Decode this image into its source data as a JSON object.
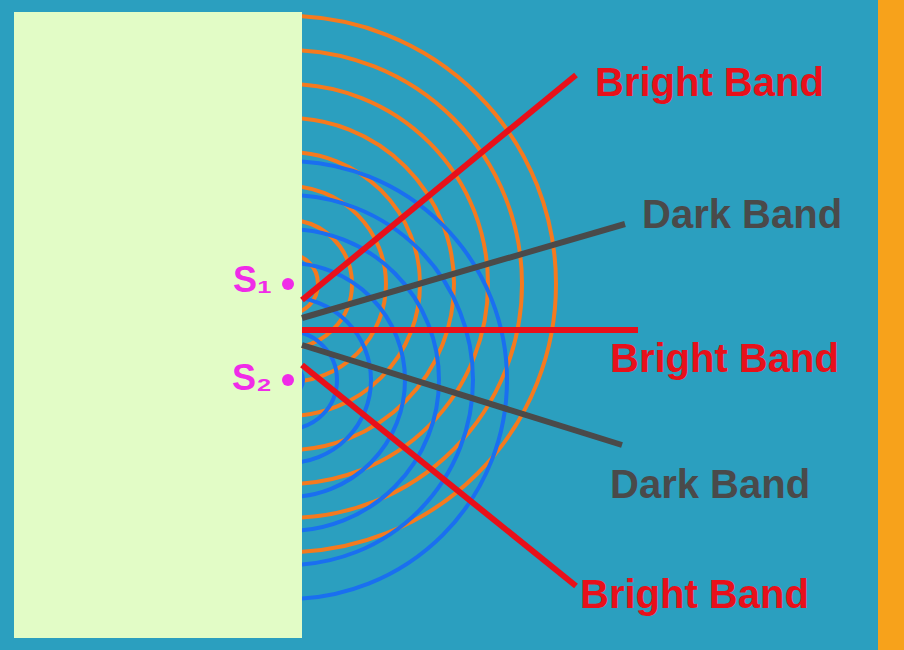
{
  "diagram": {
    "labels": [
      "Bright Band",
      "Dark Band",
      "S₁",
      "Bright Band",
      "S₂",
      "Dark Band",
      "Bright Band"
    ]
  }
}
